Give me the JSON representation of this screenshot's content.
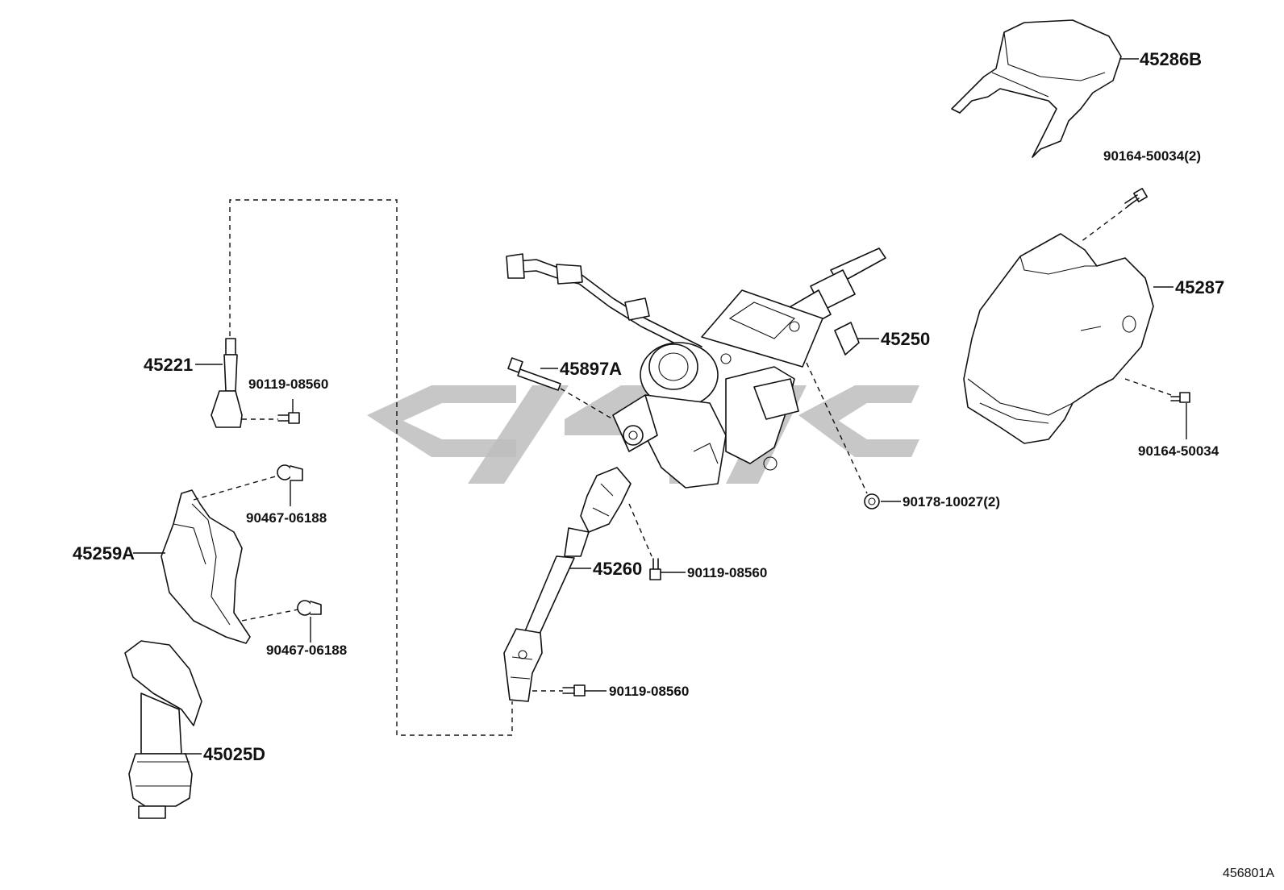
{
  "diagram": {
    "reference_code": "456801A",
    "callouts": {
      "p45286B": "45286B",
      "p90164_50034_2": "90164-50034(2)",
      "p45287": "45287",
      "p90164_50034": "90164-50034",
      "p45250": "45250",
      "p45897A": "45897A",
      "p90178_10027_2": "90178-10027(2)",
      "p45221": "45221",
      "p90119_08560_a": "90119-08560",
      "p90467_06188_a": "90467-06188",
      "p45259A": "45259A",
      "p90467_06188_b": "90467-06188",
      "p45260": "45260",
      "p90119_08560_b": "90119-08560",
      "p90119_08560_c": "90119-08560",
      "p45025D": "45025D"
    }
  }
}
